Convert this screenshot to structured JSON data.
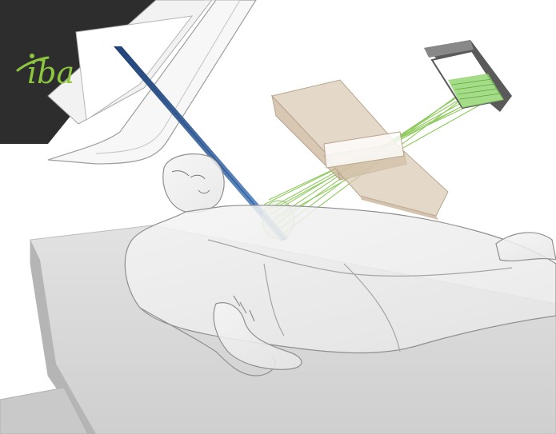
{
  "logo": {
    "text": "iba",
    "color": "#8dc63f"
  },
  "colors": {
    "background": "#ffffff",
    "gantry_dark": "#2d2d2d",
    "beam_blue": "#3f6fb0",
    "beam_green": "#7cc142",
    "collimator_tan": "#d9c7b0",
    "couch": "#d4d4d4",
    "outline": "#9a9a9a"
  },
  "scene": {
    "elements": [
      "gantry-nozzle",
      "proton-beam",
      "prompt-gamma-rays",
      "slit-collimator",
      "detector-camera",
      "patient-body",
      "treatment-couch"
    ]
  }
}
